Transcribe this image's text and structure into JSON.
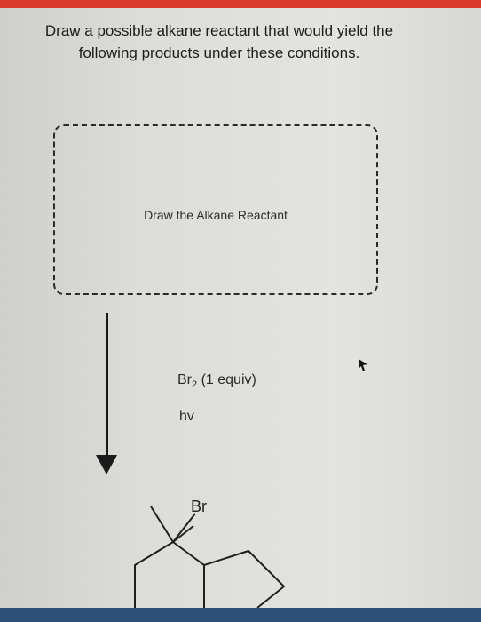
{
  "question": {
    "line1": "Draw a possible alkane reactant that would yield the",
    "line2": "following products under these conditions."
  },
  "draw_box": {
    "label": "Draw the Alkane Reactant"
  },
  "reaction": {
    "reagent_main": "Br",
    "reagent_sub": "2",
    "reagent_rest": " (1 equiv)",
    "condition": "hv"
  },
  "product": {
    "atom_label": "Br"
  },
  "colors": {
    "top_bar": "#d93a2b",
    "bottom_bar": "#2e4f7a",
    "ink": "#1a1a1a"
  },
  "icons": {
    "cursor": "mouse-pointer-icon",
    "arrow": "reaction-arrow-icon"
  }
}
